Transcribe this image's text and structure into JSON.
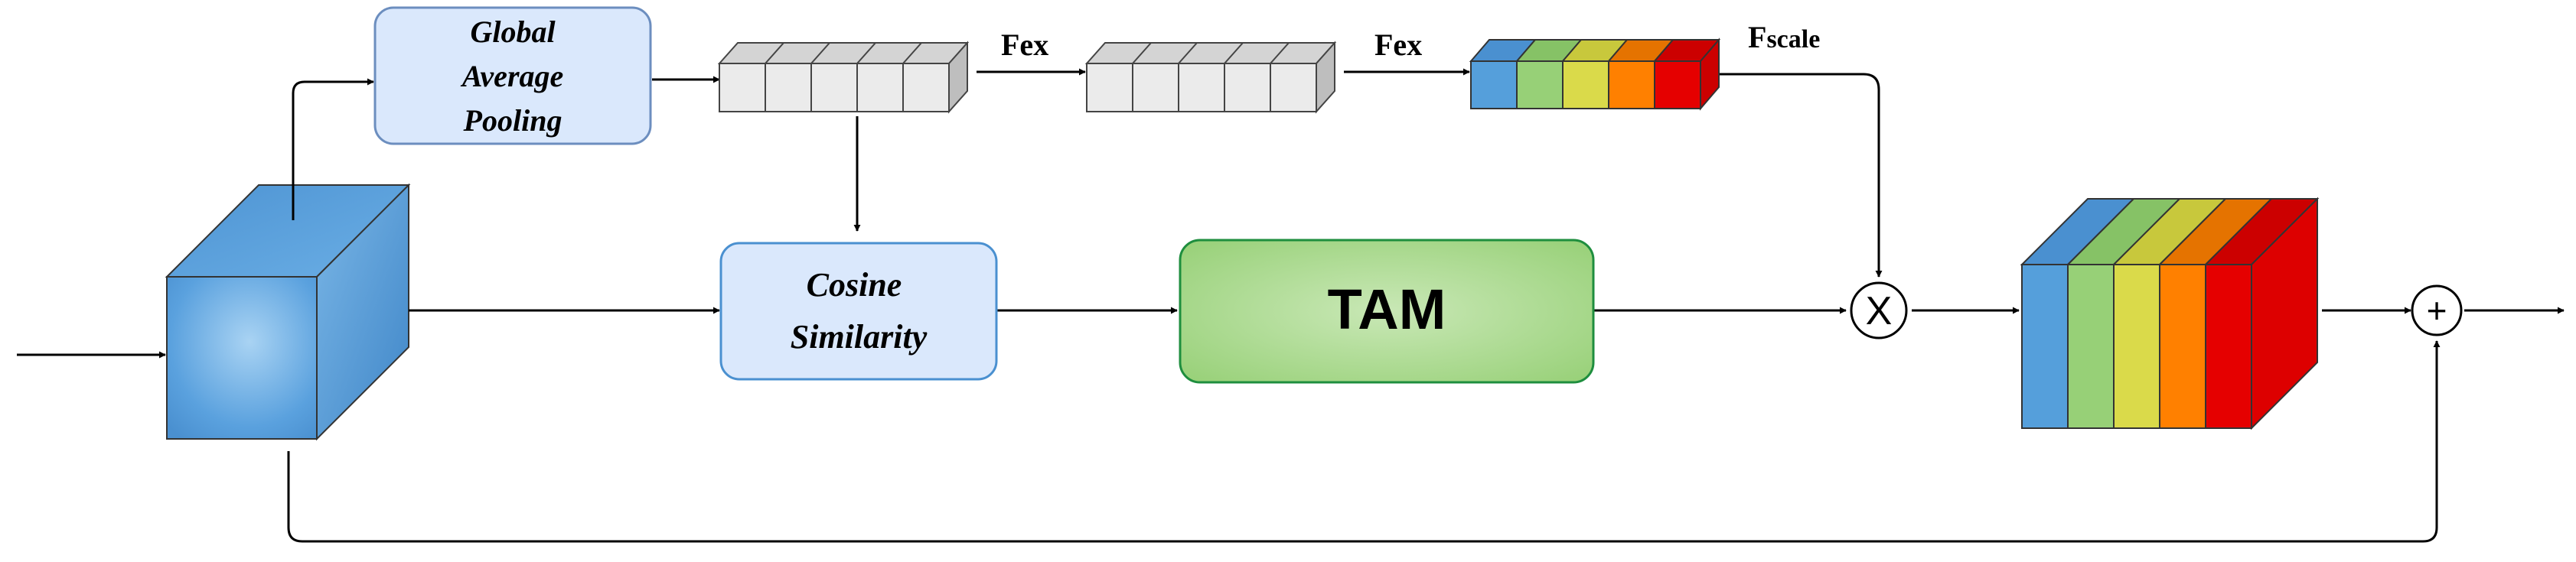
{
  "boxes": {
    "gap": {
      "line1": "Global",
      "line2": "Average",
      "line3": "Pooling"
    },
    "cosine": {
      "line1": "Cosine",
      "line2": "Similarity"
    },
    "tam": {
      "label": "TAM"
    }
  },
  "labels": {
    "fex_1": "Fex",
    "fex_2": "Fex",
    "fscale_F": "F",
    "fscale_sub": "scale",
    "multiply": "X",
    "add": "+"
  },
  "colors": {
    "cube_blue": "#4A90D0",
    "gap_fill": "#DAE8FC",
    "tam_fill": "#97D077",
    "tam_stroke": "#1E8E3E",
    "weight_blue": "#559FDB",
    "weight_green": "#97D077",
    "weight_yellow": "#DADA4A",
    "weight_orange": "#FF8000",
    "weight_red": "#E50000"
  }
}
